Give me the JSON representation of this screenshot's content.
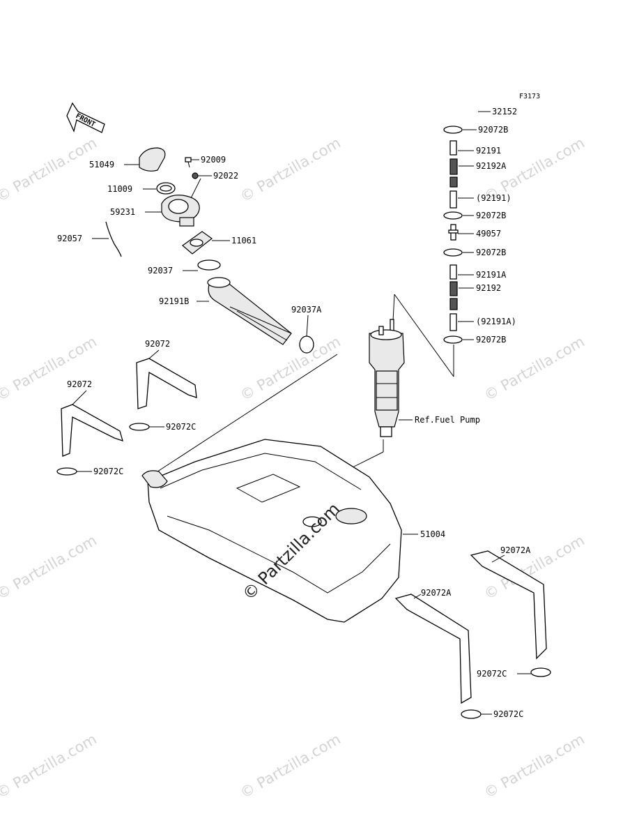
{
  "diagram_code": "F3173",
  "front_label": "FRONT",
  "watermark": "© Partzilla.com",
  "center_watermark": "© Partzilla.com",
  "parts": {
    "p32152": "32152",
    "p92072B_1": "92072B",
    "p92191": "92191",
    "p92192A": "92192A",
    "p92191_paren": "(92191)",
    "p92072B_2": "92072B",
    "p49057": "49057",
    "p92072B_3": "92072B",
    "p92191A": "92191A",
    "p92192": "92192",
    "p92191A_paren": "(92191A)",
    "p92072B_4": "92072B",
    "ref_fuel_pump": "Ref.Fuel Pump",
    "p51049": "51049",
    "p92009": "92009",
    "p92022": "92022",
    "p11009": "11009",
    "p59231": "59231",
    "p92057": "92057",
    "p11061": "11061",
    "p92037": "92037",
    "p92191B": "92191B",
    "p92037A": "92037A",
    "p92072_1": "92072",
    "p92072_2": "92072",
    "p92072C_1": "92072C",
    "p92072C_2": "92072C",
    "p51004": "51004",
    "p92072A_1": "92072A",
    "p92072A_2": "92072A",
    "p92072C_3": "92072C",
    "p92072C_4": "92072C"
  }
}
